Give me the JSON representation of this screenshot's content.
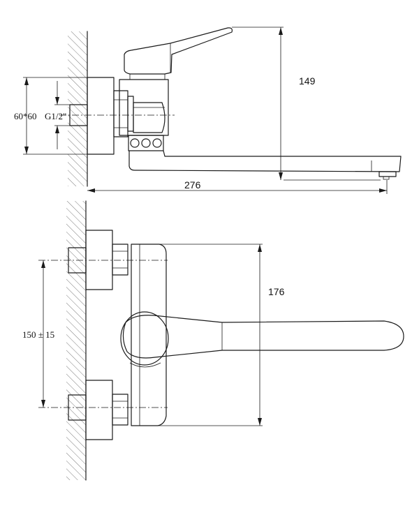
{
  "top_view": {
    "height_dim": "149",
    "length_dim": "276",
    "flange_dim": "60*60",
    "thread_dim": "G1/2\""
  },
  "front_view": {
    "width_dim": "176",
    "spacing_dim": "150 ± 15"
  }
}
